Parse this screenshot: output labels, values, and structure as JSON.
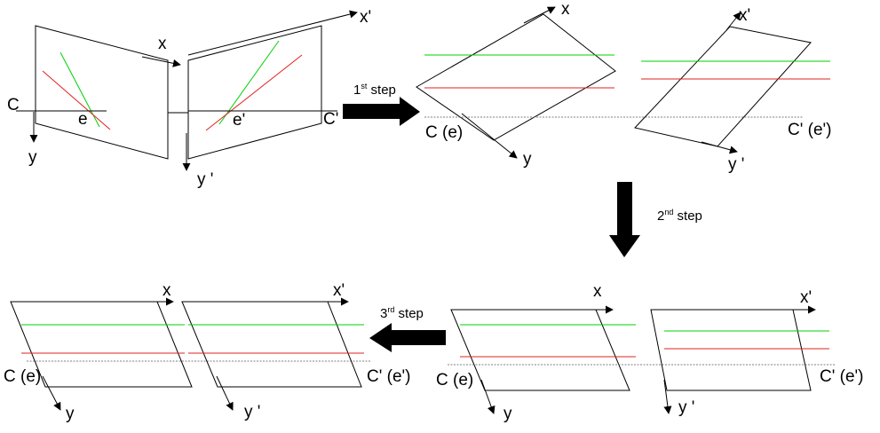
{
  "colors": {
    "green_line": "#00d000",
    "red_line": "#e02020",
    "black": "#000000",
    "arrow_fill": "#000000"
  },
  "steps": [
    {
      "sup": "st",
      "num": "1",
      "word": " step"
    },
    {
      "sup": "nd",
      "num": "2",
      "word": " step"
    },
    {
      "sup": "rd",
      "num": "3",
      "word": " step"
    }
  ],
  "stage0": {
    "left": {
      "C": "C",
      "e": "e",
      "x": "x",
      "y": "y"
    },
    "right": {
      "C": "C'",
      "e": "e'",
      "x": "x'",
      "y": "y '"
    }
  },
  "stage1": {
    "left": {
      "Ce": "C (e)",
      "x": "x",
      "y": "y"
    },
    "right": {
      "Ce": "C' (e')",
      "x": "x'",
      "y": "y '"
    }
  },
  "stage2": {
    "left": {
      "Ce": "C (e)",
      "x": "x",
      "y": "y"
    },
    "right": {
      "Ce": "C' (e')",
      "x": "x'",
      "y": "y '"
    }
  },
  "stage3": {
    "left": {
      "Ce": "C (e)",
      "x": "x",
      "y": "y"
    },
    "right": {
      "Ce": "C' (e')",
      "x": "x'",
      "y": "y '"
    }
  }
}
